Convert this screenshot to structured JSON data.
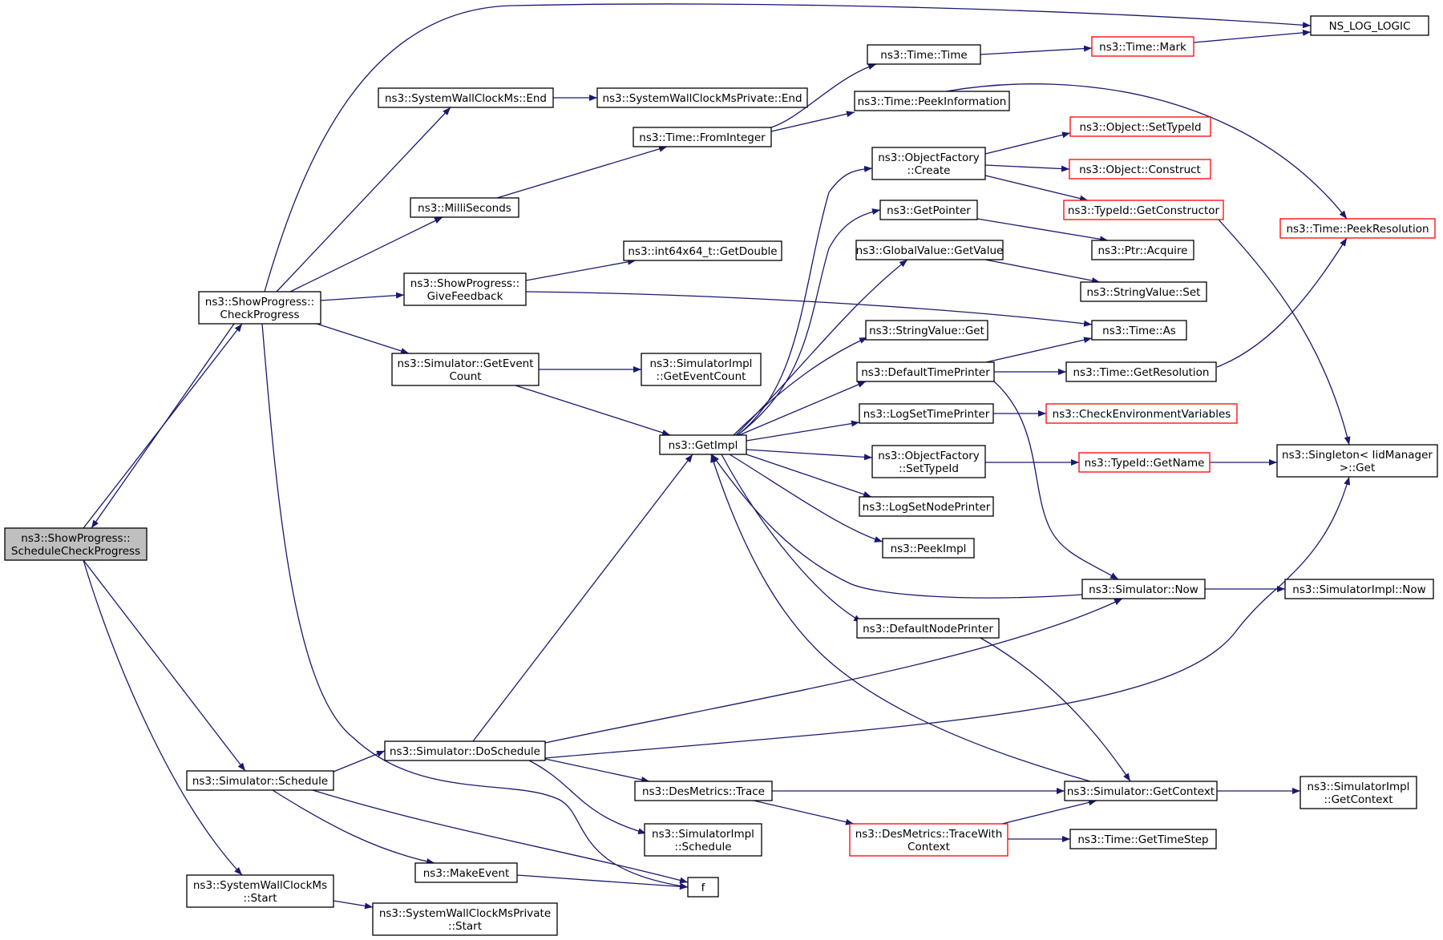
{
  "graph": {
    "nodes": [
      {
        "id": "root",
        "lines": [
          "ns3::ShowProgress::",
          "ScheduleCheckProgress"
        ],
        "root": true
      },
      {
        "id": "checkprogress",
        "lines": [
          "ns3::ShowProgress::",
          "CheckProgress"
        ]
      },
      {
        "id": "schedule",
        "lines": [
          "ns3::Simulator::Schedule"
        ]
      },
      {
        "id": "swcstart",
        "lines": [
          "ns3::SystemWallClockMs",
          "::Start"
        ]
      },
      {
        "id": "swcend",
        "lines": [
          "ns3::SystemWallClockMs::End"
        ]
      },
      {
        "id": "swcpend",
        "lines": [
          "ns3::SystemWallClockMsPrivate::End"
        ]
      },
      {
        "id": "millisec",
        "lines": [
          "ns3::MilliSeconds"
        ]
      },
      {
        "id": "givefeedback",
        "lines": [
          "ns3::ShowProgress::",
          "GiveFeedback"
        ]
      },
      {
        "id": "geteventcount",
        "lines": [
          "ns3::Simulator::GetEvent",
          "Count"
        ]
      },
      {
        "id": "implgeteventcount",
        "lines": [
          "ns3::SimulatorImpl",
          "::GetEventCount"
        ]
      },
      {
        "id": "getdouble",
        "lines": [
          "ns3::int64x64_t::GetDouble"
        ]
      },
      {
        "id": "fromint",
        "lines": [
          "ns3::Time::FromInteger"
        ]
      },
      {
        "id": "timetime",
        "lines": [
          "ns3::Time::Time"
        ]
      },
      {
        "id": "peekinfo",
        "lines": [
          "ns3::Time::PeekInformation"
        ]
      },
      {
        "id": "mark",
        "lines": [
          "ns3::Time::Mark"
        ],
        "red": true
      },
      {
        "id": "nslog",
        "lines": [
          "NS_LOG_LOGIC"
        ]
      },
      {
        "id": "getimpl",
        "lines": [
          "ns3::GetImpl"
        ]
      },
      {
        "id": "ofcreate",
        "lines": [
          "ns3::ObjectFactory",
          "::Create"
        ]
      },
      {
        "id": "getpointer",
        "lines": [
          "ns3::GetPointer"
        ]
      },
      {
        "id": "gvgetvalue",
        "lines": [
          "ns3::GlobalValue::GetValue"
        ]
      },
      {
        "id": "svget",
        "lines": [
          "ns3::StringValue::Get"
        ]
      },
      {
        "id": "deftimeprinter",
        "lines": [
          "ns3::DefaultTimePrinter"
        ]
      },
      {
        "id": "logsettimeprinter",
        "lines": [
          "ns3::LogSetTimePrinter"
        ]
      },
      {
        "id": "ofsettypeid",
        "lines": [
          "ns3::ObjectFactory",
          "::SetTypeId"
        ]
      },
      {
        "id": "logsetnodeprinter",
        "lines": [
          "ns3::LogSetNodePrinter"
        ]
      },
      {
        "id": "peekimpl",
        "lines": [
          "ns3::PeekImpl"
        ]
      },
      {
        "id": "defnodeprinter",
        "lines": [
          "ns3::DefaultNodePrinter"
        ]
      },
      {
        "id": "objsettypeid",
        "lines": [
          "ns3::Object::SetTypeId"
        ],
        "red": true
      },
      {
        "id": "objconstruct",
        "lines": [
          "ns3::Object::Construct"
        ],
        "red": true
      },
      {
        "id": "tidgetconstructor",
        "lines": [
          "ns3::TypeId::GetConstructor"
        ],
        "red": true
      },
      {
        "id": "ptracquire",
        "lines": [
          "ns3::Ptr::Acquire"
        ]
      },
      {
        "id": "svset",
        "lines": [
          "ns3::StringValue::Set"
        ]
      },
      {
        "id": "timeas",
        "lines": [
          "ns3::Time::As"
        ]
      },
      {
        "id": "getresolution",
        "lines": [
          "ns3::Time::GetResolution"
        ]
      },
      {
        "id": "checkenv",
        "lines": [
          "ns3::CheckEnvironmentVariables"
        ],
        "red": true
      },
      {
        "id": "tidgetname",
        "lines": [
          "ns3::TypeId::GetName"
        ],
        "red": true
      },
      {
        "id": "simnow",
        "lines": [
          "ns3::Simulator::Now"
        ]
      },
      {
        "id": "peekresolution",
        "lines": [
          "ns3::Time::PeekResolution"
        ],
        "red": true
      },
      {
        "id": "singleton",
        "lines": [
          "ns3::Singleton< IidManager",
          "  >::Get"
        ]
      },
      {
        "id": "implnow",
        "lines": [
          "ns3::SimulatorImpl::Now"
        ]
      },
      {
        "id": "doschedule",
        "lines": [
          "ns3::Simulator::DoSchedule"
        ]
      },
      {
        "id": "desmtrace",
        "lines": [
          "ns3::DesMetrics::Trace"
        ]
      },
      {
        "id": "implschedule",
        "lines": [
          "ns3::SimulatorImpl",
          "::Schedule"
        ]
      },
      {
        "id": "makeevent",
        "lines": [
          "ns3::MakeEvent"
        ]
      },
      {
        "id": "f",
        "lines": [
          "f"
        ]
      },
      {
        "id": "swcpstart",
        "lines": [
          "ns3::SystemWallClockMsPrivate",
          "::Start"
        ]
      },
      {
        "id": "desmtracectx",
        "lines": [
          "ns3::DesMetrics::TraceWith",
          "Context"
        ],
        "red": true
      },
      {
        "id": "simgetcontext",
        "lines": [
          "ns3::Simulator::GetContext"
        ]
      },
      {
        "id": "timegetstep",
        "lines": [
          "ns3::Time::GetTimeStep"
        ]
      },
      {
        "id": "implgetcontext",
        "lines": [
          "ns3::SimulatorImpl",
          "::GetContext"
        ]
      }
    ]
  }
}
